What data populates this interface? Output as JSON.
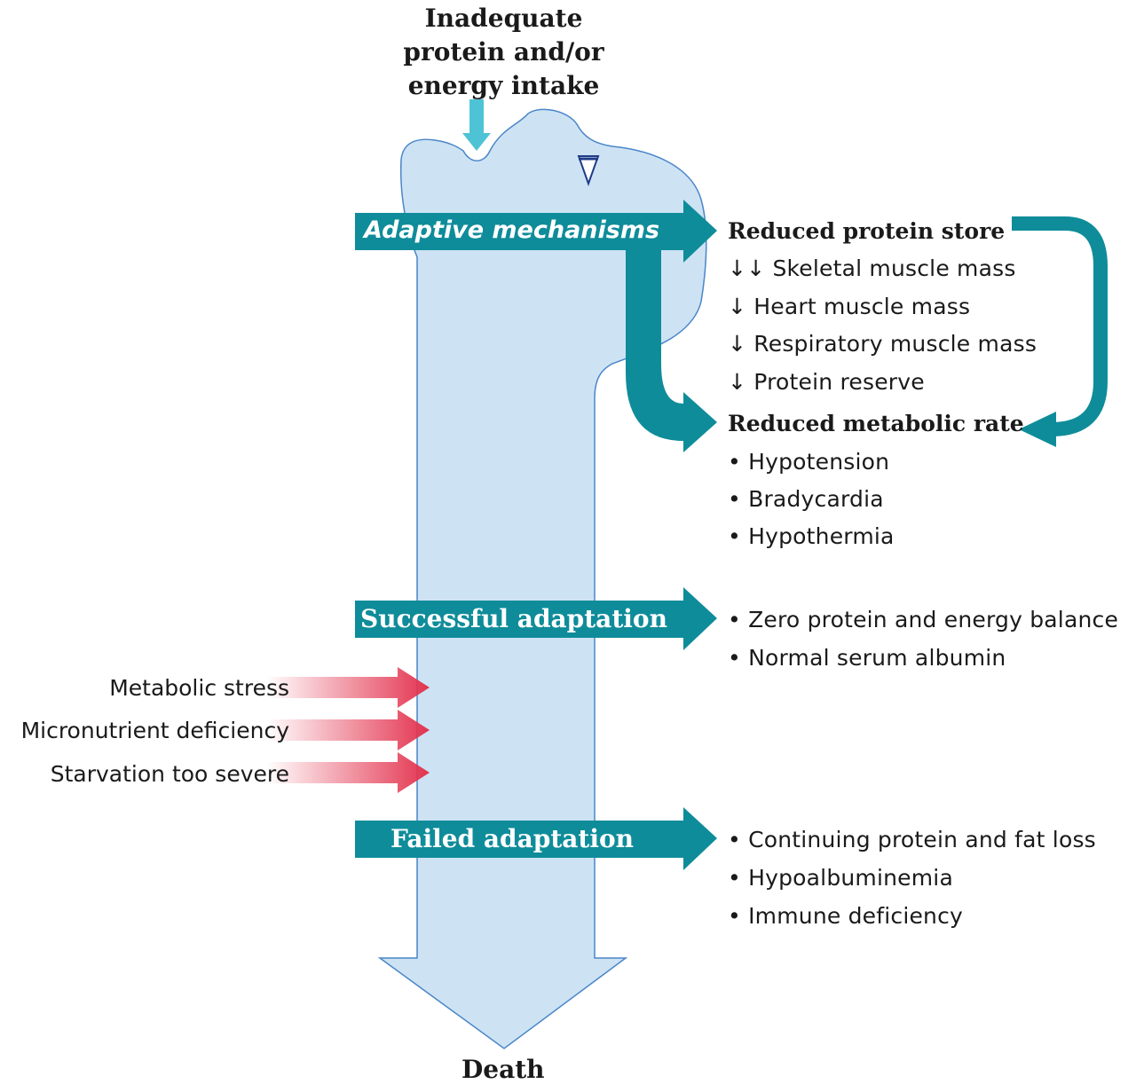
{
  "diagram": {
    "top_label": "Inadequate protein and/or energy intake",
    "bottom_label": "Death",
    "stages": {
      "adaptive": "Adaptive mechanisms",
      "successful": "Successful adaptation",
      "failed": "Failed adaptation"
    },
    "reduced_protein": {
      "heading": "Reduced protein store",
      "items": [
        "↓↓ Skeletal muscle mass",
        "↓ Heart muscle mass",
        "↓ Respiratory muscle mass",
        "↓ Protein reserve"
      ]
    },
    "reduced_metabolic": {
      "heading": "Reduced metabolic rate",
      "items": [
        "• Hypotension",
        "• Bradycardia",
        "• Hypothermia"
      ]
    },
    "successful_outcomes": [
      "• Zero protein and energy balance",
      "• Normal serum albumin"
    ],
    "stressors": [
      "Metabolic stress",
      "Micronutrient deficiency",
      "Starvation too severe"
    ],
    "failed_outcomes": [
      "• Continuing protein and fat loss",
      "• Hypoalbuminemia",
      "• Immune deficiency"
    ],
    "colors": {
      "body_fill": "#cde3f4",
      "body_stroke": "#4a86c8",
      "teal": "#0f8c9a",
      "light_teal": "#4fc3d6",
      "red": "#e3344f"
    }
  }
}
